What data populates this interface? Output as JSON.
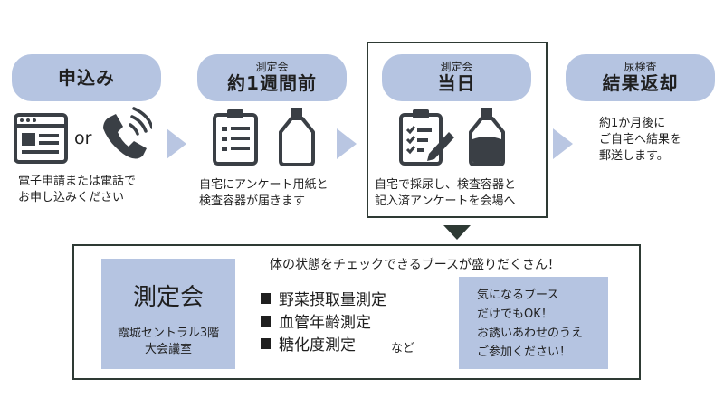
{
  "colors": {
    "pill": "#b5c4e1",
    "icon": "#3a3f45",
    "arrow": "#b9c6e2",
    "frame": "#2e3a34"
  },
  "steps": [
    {
      "title_small": "",
      "title_big": "申込み",
      "icons": [
        "web-form-icon",
        "phone-icon"
      ],
      "or": "or",
      "desc": [
        "電子申請または電話で",
        "お申し込みください"
      ]
    },
    {
      "title_small": "測定会",
      "title_big": "約1週間前",
      "icons": [
        "checklist-icon",
        "sample-bottle-icon"
      ],
      "desc": [
        "自宅にアンケート用紙と",
        "検査容器が届きます"
      ]
    },
    {
      "title_small": "測定会",
      "title_big": "当日",
      "icons": [
        "clipboard-pen-icon",
        "filled-bottle-icon"
      ],
      "desc": [
        "自宅で採尿し、検査容器と",
        "記入済アンケートを会場へ"
      ]
    },
    {
      "title_small": "尿検査",
      "title_big": "結果返却",
      "desc": [
        "約1か月後に",
        "ご自宅へ結果を",
        "郵送します。"
      ]
    }
  ],
  "event": {
    "headline": "体の状態をチェックできるブースが盛りだくさん！",
    "name": "測定会",
    "venue": [
      "霞城セントラル3階",
      "大会議室"
    ],
    "booths": [
      "野菜摂取量測定",
      "血管年齢測定",
      "糖化度測定"
    ],
    "etc": "など",
    "note": [
      "気になるブース",
      "だけでもOK！",
      "お誘いあわせのうえ",
      "ご参加ください！"
    ]
  }
}
